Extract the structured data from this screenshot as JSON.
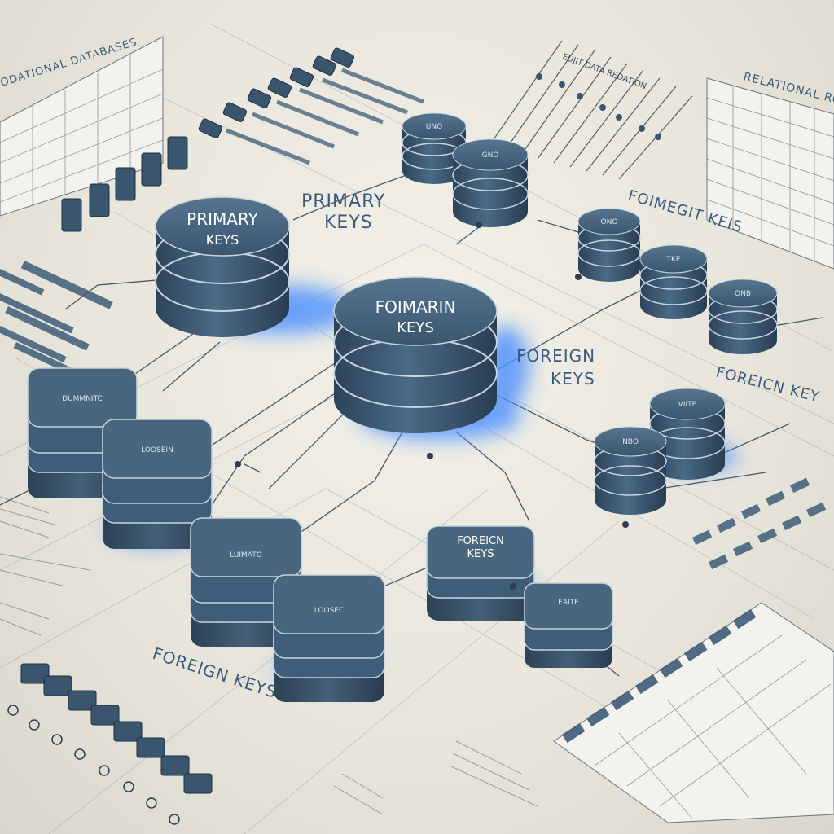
{
  "labels": {
    "top_left": "ODATIONAL DATABASES",
    "top_right": "RELATIONAL RC",
    "top_center_tiny": "EUJIT DATA REDATION",
    "primary_keys_1": "PRIMARY",
    "primary_keys_2": "KEYS",
    "foreign_keys_right": "FOIMEGIT KEIS",
    "foreign_keys_mid_1": "FOREIGN",
    "foreign_keys_mid_2": "KEYS",
    "foreign_keys_far_right": "FOREICN KEY",
    "foreign_keys_bottom": "FOREIGN KEYS"
  },
  "databases": {
    "primary": {
      "line1": "PRIMARY",
      "line2": "KEYS"
    },
    "center": {
      "line1": "FOIMARIN",
      "line2": "KEYS"
    },
    "left_mid": {
      "label": "DUMMNITC"
    },
    "left_lower": {
      "label": "LOOSEIN"
    },
    "bottom_a": {
      "label": "LUIMATO"
    },
    "bottom_b": {
      "label": "LOOSEC"
    },
    "bottom_c": {
      "line1": "FOREICN",
      "line2": "KEYS"
    },
    "bottom_d": {
      "label": "EAITE"
    },
    "top_a": {
      "label": "UNO"
    },
    "top_b": {
      "label": "GNO"
    },
    "right_a": {
      "label": "ONO"
    },
    "right_b": {
      "label": "TKE"
    },
    "right_c": {
      "label": "ONB"
    },
    "right_d": {
      "label": "VIITE"
    },
    "right_e": {
      "label": "NBO"
    }
  },
  "colors": {
    "cylinder": "#3e5d78",
    "cylinder_dark": "#2b4257",
    "rim": "#c9d3dd",
    "glow": "#3d8eff",
    "ink": "#2e3e50"
  }
}
